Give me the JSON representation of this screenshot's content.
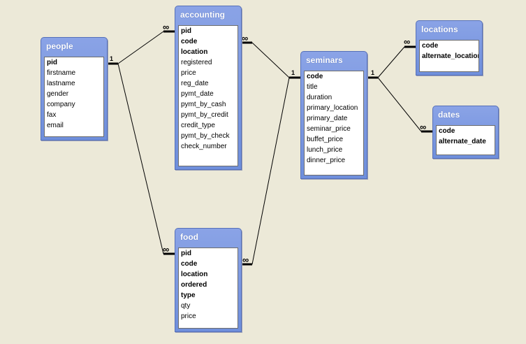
{
  "tables": {
    "people": {
      "title": "people",
      "fields": [
        {
          "name": "pid",
          "key": true
        },
        {
          "name": "firstname"
        },
        {
          "name": "lastname"
        },
        {
          "name": "gender"
        },
        {
          "name": "company"
        },
        {
          "name": "fax"
        },
        {
          "name": "email"
        }
      ]
    },
    "accounting": {
      "title": "accounting",
      "fields": [
        {
          "name": "pid",
          "key": true
        },
        {
          "name": "code",
          "key": true
        },
        {
          "name": "location",
          "key": true
        },
        {
          "name": "registered"
        },
        {
          "name": "price"
        },
        {
          "name": "reg_date"
        },
        {
          "name": "pymt_date"
        },
        {
          "name": "pymt_by_cash"
        },
        {
          "name": "pymt_by_credit"
        },
        {
          "name": "credit_type"
        },
        {
          "name": "pymt_by_check"
        },
        {
          "name": "check_number"
        }
      ]
    },
    "seminars": {
      "title": "seminars",
      "fields": [
        {
          "name": "code",
          "key": true
        },
        {
          "name": "title"
        },
        {
          "name": "duration"
        },
        {
          "name": "primary_location"
        },
        {
          "name": "primary_date"
        },
        {
          "name": "seminar_price"
        },
        {
          "name": "buffet_price"
        },
        {
          "name": "lunch_price"
        },
        {
          "name": "dinner_price"
        }
      ]
    },
    "locations": {
      "title": "locations",
      "fields": [
        {
          "name": "code",
          "key": true
        },
        {
          "name": "alternate_location",
          "key": true
        }
      ]
    },
    "dates": {
      "title": "dates",
      "fields": [
        {
          "name": "code",
          "key": true
        },
        {
          "name": "alternate_date",
          "key": true
        }
      ]
    },
    "food": {
      "title": "food",
      "fields": [
        {
          "name": "pid",
          "key": true
        },
        {
          "name": "code",
          "key": true
        },
        {
          "name": "location",
          "key": true
        },
        {
          "name": "ordered",
          "key": true
        },
        {
          "name": "type",
          "key": true
        },
        {
          "name": "qty"
        },
        {
          "name": "price"
        }
      ]
    }
  },
  "relationships": [
    {
      "from": "people",
      "to": "accounting",
      "from_card": "1",
      "to_card": "∞"
    },
    {
      "from": "people",
      "to": "food",
      "from_card": "1",
      "to_card": "∞"
    },
    {
      "from": "seminars",
      "to": "accounting",
      "from_card": "1",
      "to_card": "∞"
    },
    {
      "from": "seminars",
      "to": "food",
      "from_card": "1",
      "to_card": "∞"
    },
    {
      "from": "seminars",
      "to": "locations",
      "from_card": "1",
      "to_card": "∞"
    },
    {
      "from": "seminars",
      "to": "dates",
      "from_card": "1",
      "to_card": "∞"
    }
  ]
}
